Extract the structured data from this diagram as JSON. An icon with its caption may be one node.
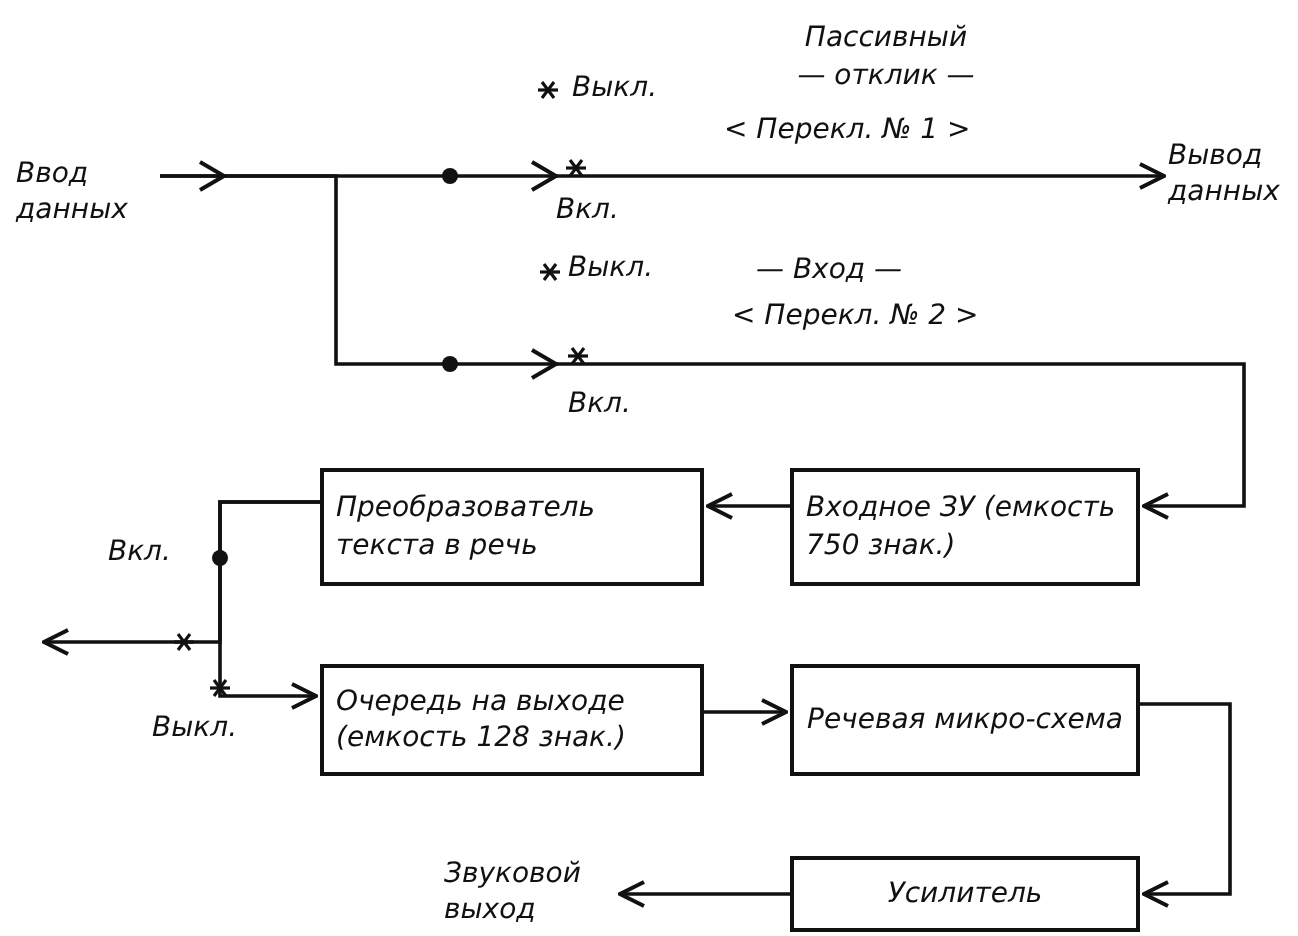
{
  "diagram": {
    "nodes": [
      {
        "text": [
          "Ввод данных"
        ]
      },
      {
        "text": [
          "Вывод данных"
        ]
      },
      {
        "text": [
          "Преобразователь текста в речь"
        ]
      },
      {
        "text": [
          "Входное ЗУ (емкость 750 знак.)"
        ]
      },
      {
        "text": [
          "Очередь на выходе (емкость 128 знак.)"
        ]
      },
      {
        "text": [
          "Речевая микро-схема"
        ]
      },
      {
        "text": [
          "Усилитель"
        ]
      },
      {
        "text": [
          "Звуковой выход"
        ]
      }
    ],
    "edges": [
      {
        "from": 0,
        "to": 1,
        "arrow": "to",
        "label": "Пассивный — отклик —"
      },
      {
        "from": 0,
        "to": 3,
        "arrow": "to"
      },
      {
        "from": 3,
        "to": 2,
        "arrow": "to"
      },
      {
        "from": 2,
        "to": null,
        "arrow": "to"
      },
      {
        "from": 2,
        "to": 4,
        "arrow": "to"
      },
      {
        "from": 4,
        "to": 5,
        "arrow": "to"
      },
      {
        "from": 5,
        "to": 6,
        "arrow": "to"
      },
      {
        "from": 6,
        "to": 7,
        "arrow": "to"
      }
    ],
    "labels": [
      "Выкл.",
      "Вкл.",
      "< Перекл. № 1 >",
      "Выкл.",
      "— Вход —",
      "< Перекл. № 2 >",
      "Вкл.",
      "Вкл.",
      "Выкл."
    ]
  }
}
